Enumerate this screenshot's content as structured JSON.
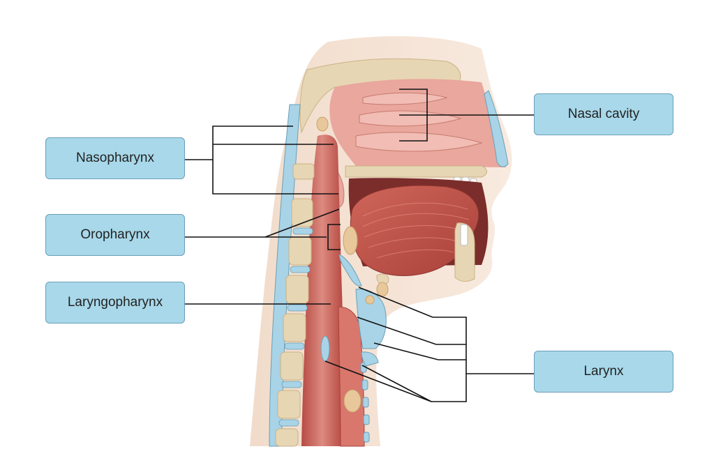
{
  "labels": {
    "nasal_cavity": "Nasal cavity",
    "nasopharynx": "Nasopharynx",
    "oropharynx": "Oropharynx",
    "laryngopharynx": "Laryngopharynx",
    "larynx": "Larynx"
  },
  "colors": {
    "label_fill": "#a8d8ea",
    "label_border": "#6a9fb8",
    "leader_line": "#111111",
    "tissue_pink": "#e8a39a",
    "muscle_red": "#c8584c",
    "bone_beige": "#e7d6b3",
    "cartilage_blue": "#a9d3e6",
    "skin": "#f6e4d6"
  }
}
